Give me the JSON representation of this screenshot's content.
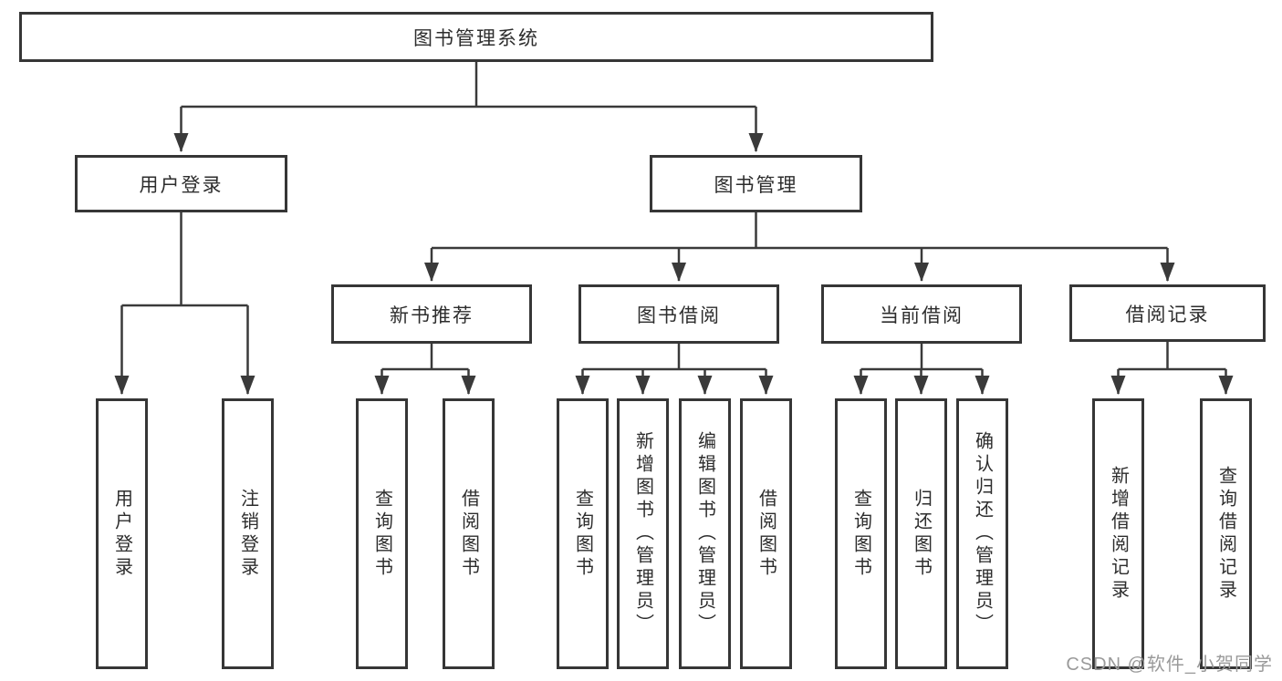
{
  "colors": {
    "line": "#3a3a3a",
    "box_border": "#363636",
    "text": "#2d2d2d",
    "watermark": "#9a9a9a",
    "background": "#ffffff"
  },
  "watermark": "CSDN @软件_小贺同学",
  "tree": {
    "root": {
      "label": "图书管理系统"
    },
    "level2": [
      {
        "label": "用户登录"
      },
      {
        "label": "图书管理"
      }
    ],
    "level3": [
      {
        "label": "新书推荐"
      },
      {
        "label": "图书借阅"
      },
      {
        "label": "当前借阅"
      },
      {
        "label": "借阅记录"
      }
    ],
    "leaves": {
      "user_login": [
        "用户登录",
        "注销登录"
      ],
      "new_book": [
        "查询图书",
        "借阅图书"
      ],
      "book_borrow": [
        "查询图书",
        "新增图书（管理员）",
        "编辑图书（管理员）",
        "借阅图书"
      ],
      "current_borrow": [
        "查询图书",
        "归还图书",
        "确认归还（管理员）"
      ],
      "borrow_record": [
        "新增借阅记录",
        "查询借阅记录"
      ]
    }
  }
}
